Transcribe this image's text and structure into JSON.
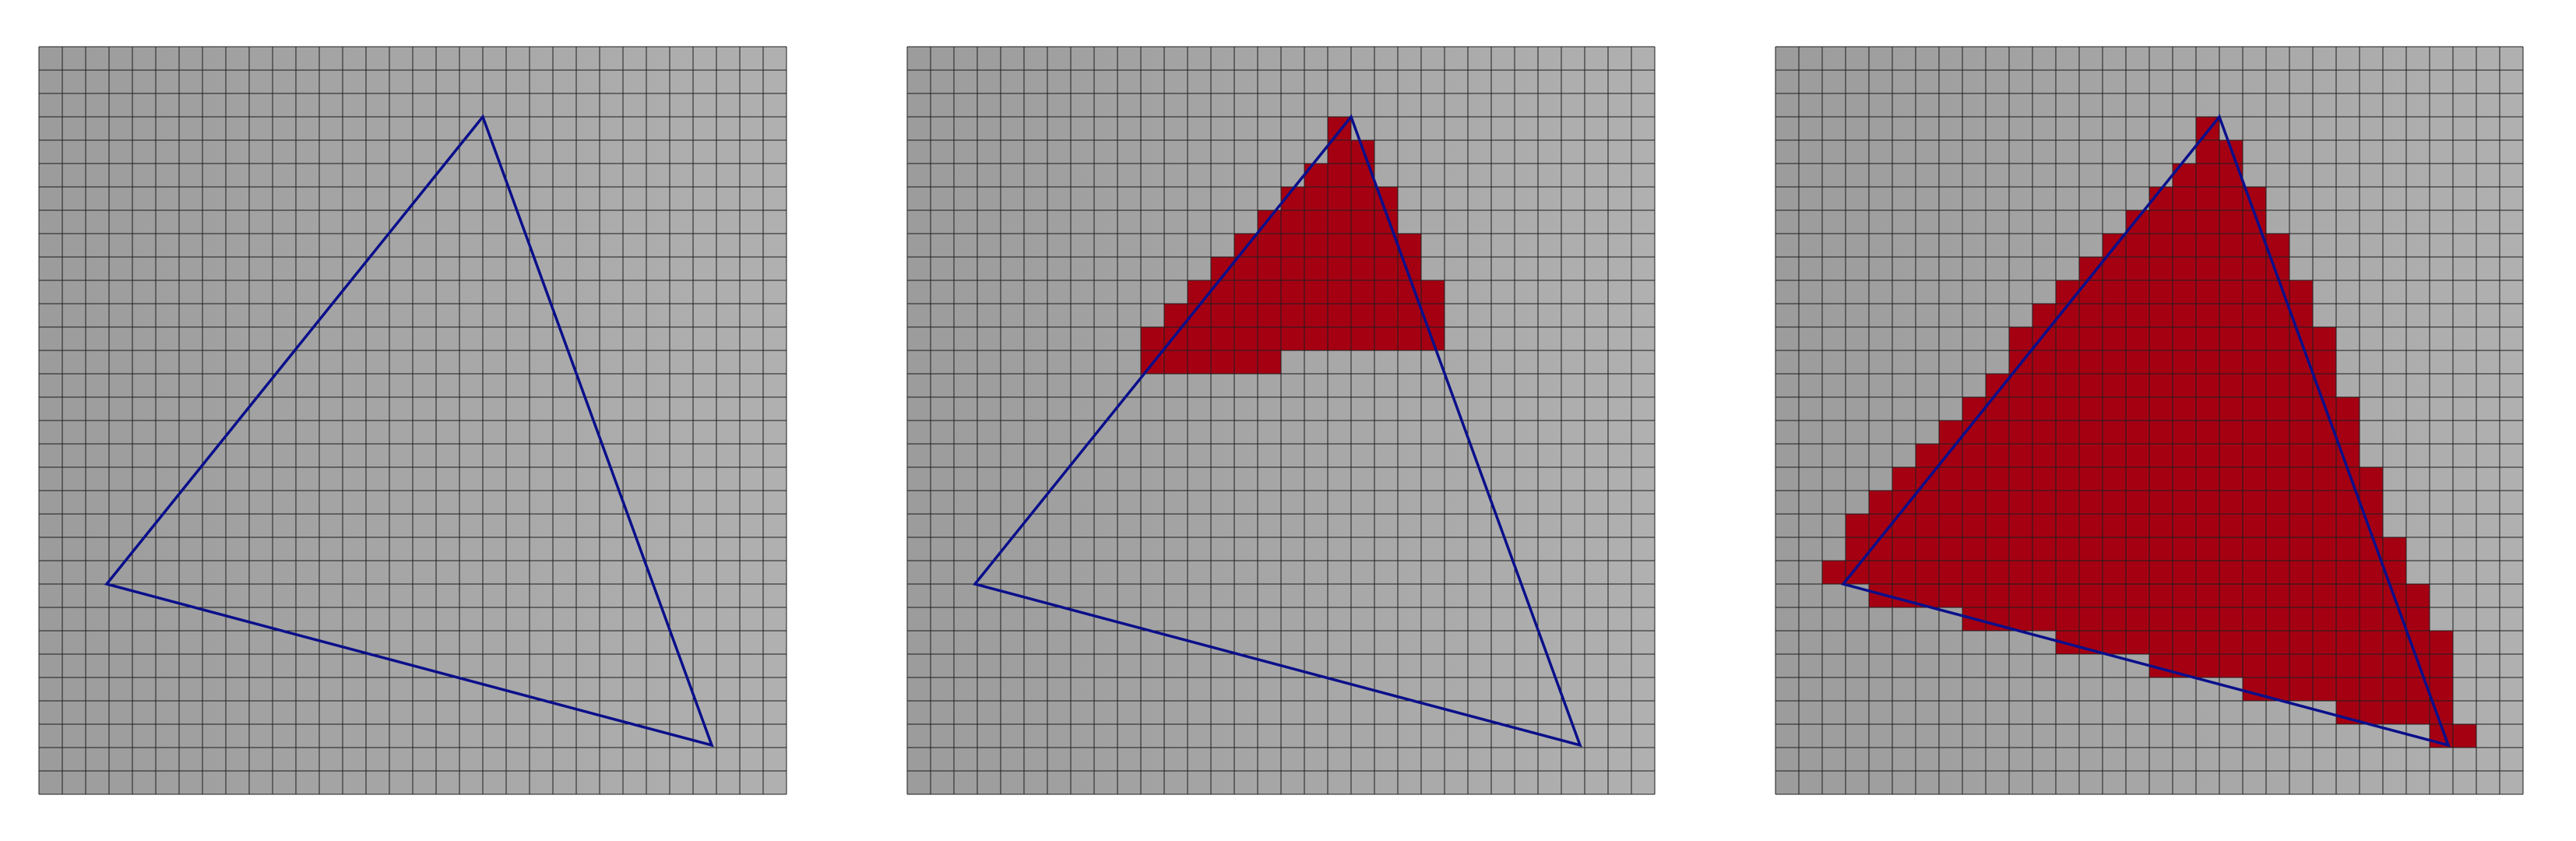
{
  "figure": {
    "panels": [
      {
        "id": "panel-1",
        "stage": "triangle-outline",
        "grid": {
          "cols": 32,
          "rows": 32
        },
        "triangle": {
          "vertices": [
            [
              19.0,
              3.0
            ],
            [
              2.9,
              23.0
            ],
            [
              28.8,
              29.9
            ]
          ]
        },
        "filled_cells": []
      },
      {
        "id": "panel-2",
        "stage": "partial-rasterization",
        "grid": {
          "cols": 32,
          "rows": 32
        },
        "triangle": {
          "vertices": [
            [
              19.0,
              3.0
            ],
            [
              2.9,
              23.0
            ],
            [
              28.8,
              29.9
            ]
          ]
        },
        "filled_cells": [
          [
            3,
            18,
            18
          ],
          [
            4,
            18,
            19
          ],
          [
            5,
            17,
            19
          ],
          [
            6,
            16,
            20
          ],
          [
            7,
            15,
            20
          ],
          [
            8,
            14,
            21
          ],
          [
            9,
            13,
            21
          ],
          [
            10,
            12,
            22
          ],
          [
            11,
            11,
            22
          ],
          [
            12,
            10,
            22
          ],
          [
            13,
            10,
            15
          ]
        ]
      },
      {
        "id": "panel-3",
        "stage": "full-rasterization",
        "grid": {
          "cols": 32,
          "rows": 32
        },
        "triangle": {
          "vertices": [
            [
              19.0,
              3.0
            ],
            [
              2.9,
              23.0
            ],
            [
              28.8,
              29.9
            ]
          ]
        },
        "filled_cells": [
          [
            3,
            18,
            18
          ],
          [
            4,
            18,
            19
          ],
          [
            5,
            17,
            19
          ],
          [
            6,
            16,
            20
          ],
          [
            7,
            15,
            20
          ],
          [
            8,
            14,
            21
          ],
          [
            9,
            13,
            21
          ],
          [
            10,
            12,
            22
          ],
          [
            11,
            11,
            22
          ],
          [
            12,
            10,
            23
          ],
          [
            13,
            10,
            23
          ],
          [
            14,
            9,
            23
          ],
          [
            15,
            8,
            24
          ],
          [
            16,
            7,
            24
          ],
          [
            17,
            6,
            24
          ],
          [
            18,
            5,
            25
          ],
          [
            19,
            4,
            25
          ],
          [
            20,
            3,
            25
          ],
          [
            21,
            3,
            26
          ],
          [
            22,
            2,
            26
          ],
          [
            23,
            4,
            27
          ],
          [
            24,
            8,
            27
          ],
          [
            25,
            12,
            28
          ],
          [
            26,
            16,
            28
          ],
          [
            27,
            20,
            28
          ],
          [
            28,
            24,
            28
          ],
          [
            29,
            28,
            29
          ]
        ]
      }
    ],
    "colors": {
      "background": "#ffffff",
      "grid_fill": "#a6a6a6",
      "grid_fill_light": "#b0b0b0",
      "grid_fill_dark": "#9c9c9c",
      "grid_line": "#1e1e1e",
      "cell_fill": "#a50012",
      "triangle_stroke": "#0a0f8a"
    }
  }
}
